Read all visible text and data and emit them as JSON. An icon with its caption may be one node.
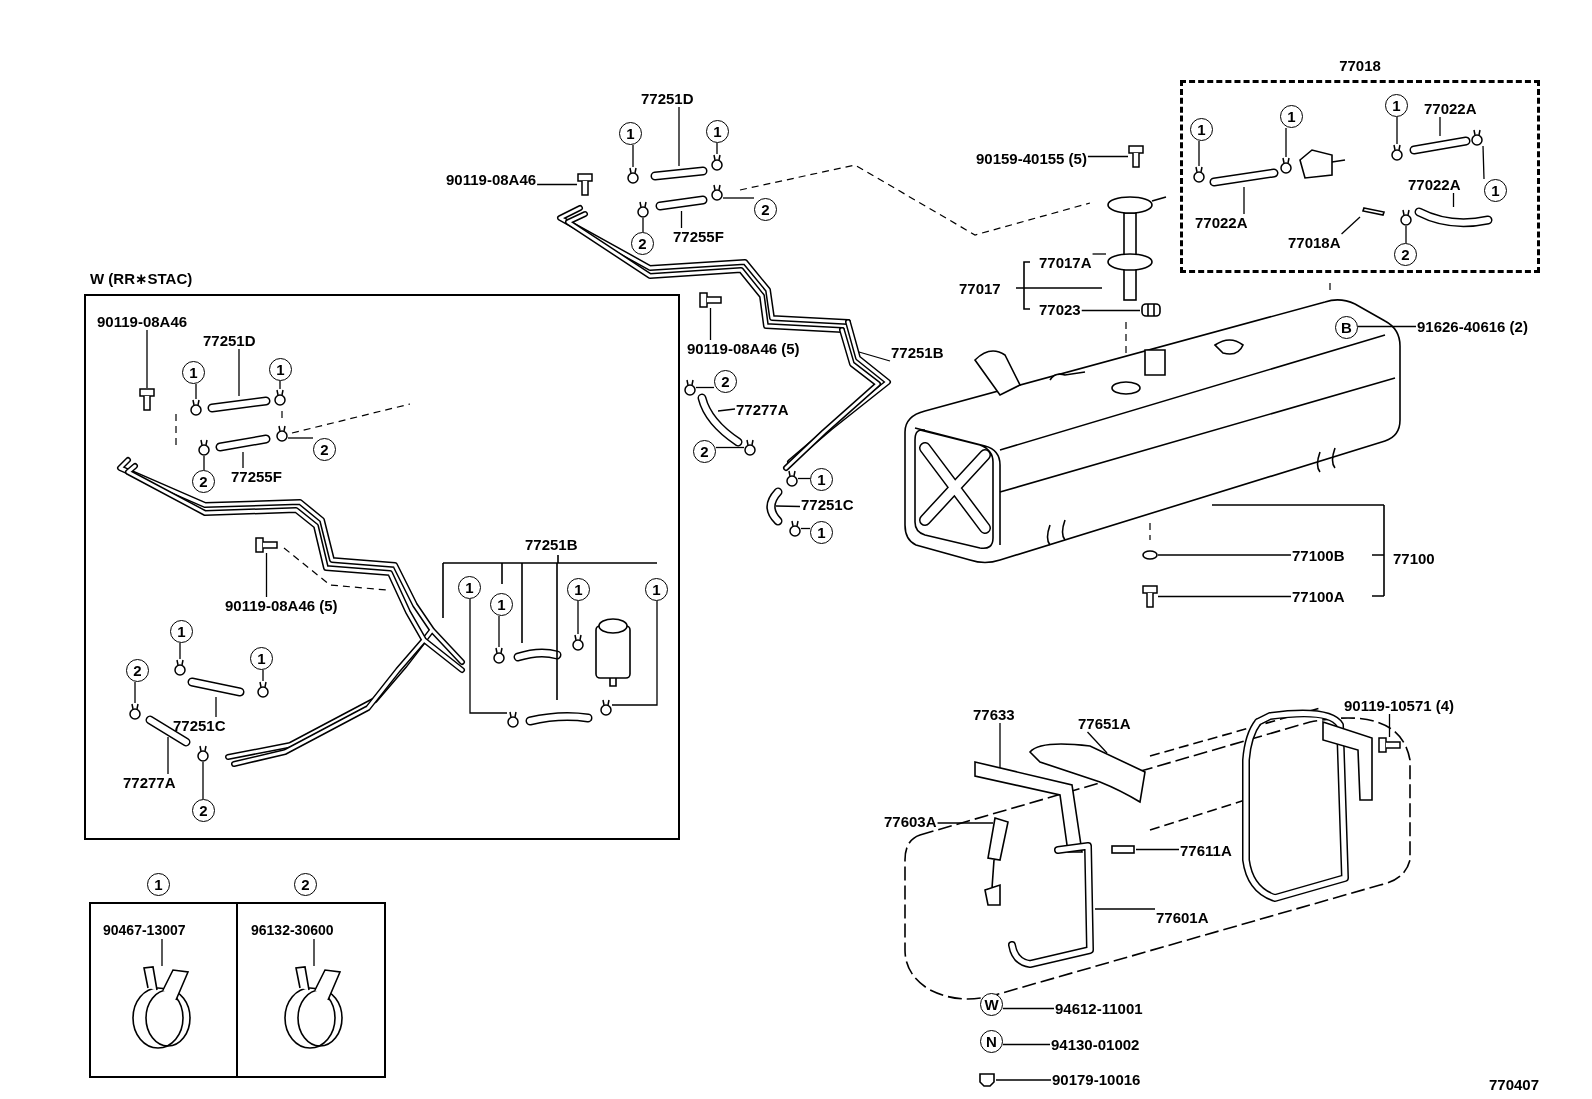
{
  "diagram": {
    "nodes": [
      {
        "text": [
          "77251D"
        ]
      },
      {
        "text": [
          "1"
        ]
      },
      {
        "text": [
          "1"
        ]
      },
      {
        "text": [
          "90119-08A46"
        ]
      },
      {
        "text": [
          "2"
        ]
      },
      {
        "text": [
          "2"
        ]
      },
      {
        "text": [
          "77255F"
        ]
      },
      {
        "text": [
          "W (RR∗STAC)"
        ]
      },
      {
        "text": [
          "90119-08A46"
        ],
        "in": 7
      },
      {
        "text": [
          "77251D"
        ],
        "in": 7
      },
      {
        "text": [
          "1"
        ],
        "in": 7
      },
      {
        "text": [
          "1"
        ],
        "in": 7
      },
      {
        "text": [
          "2"
        ],
        "in": 7
      },
      {
        "text": [
          "2"
        ],
        "in": 7
      },
      {
        "text": [
          "77255F"
        ],
        "in": 7
      },
      {
        "text": [
          "1"
        ],
        "in": 7
      },
      {
        "text": [
          "1"
        ],
        "in": 7
      },
      {
        "text": [
          "1"
        ],
        "in": 7
      },
      {
        "text": [
          "1"
        ],
        "in": 7
      },
      {
        "text": [
          "90119-08A46 (5)"
        ],
        "in": 7
      },
      {
        "text": [
          "1"
        ],
        "in": 7
      },
      {
        "text": [
          "1"
        ],
        "in": 7
      },
      {
        "text": [
          "2"
        ],
        "in": 7
      },
      {
        "text": [
          "77251C"
        ],
        "in": 7
      },
      {
        "text": [
          "77277A"
        ],
        "in": 7
      },
      {
        "text": [
          "2"
        ],
        "in": 7
      },
      {
        "text": [],
        "shape": "box"
      },
      {
        "text": [],
        "shape": "box"
      },
      {
        "text": [
          "90119-08A46 (5)"
        ]
      },
      {
        "text": [
          "77251B"
        ]
      },
      {
        "text": [
          "2"
        ]
      },
      {
        "text": [
          "77277A"
        ]
      },
      {
        "text": [
          "2"
        ]
      },
      {
        "text": [
          "1"
        ]
      },
      {
        "text": [
          "77251C"
        ]
      },
      {
        "text": [
          "1"
        ]
      },
      {
        "text": [
          "77018"
        ]
      },
      {
        "text": [
          "1"
        ],
        "in": 36
      },
      {
        "text": [
          "1"
        ],
        "in": 36
      },
      {
        "text": [
          "1"
        ],
        "in": 36
      },
      {
        "text": [
          "77022A"
        ],
        "in": 36
      },
      {
        "text": [
          "77022A"
        ],
        "in": 36
      },
      {
        "text": [
          "77022A"
        ],
        "in": 36
      },
      {
        "text": [
          "1"
        ],
        "in": 36
      },
      {
        "text": [
          "77018A"
        ],
        "in": 36
      },
      {
        "text": [
          "2"
        ],
        "in": 36
      },
      {
        "text": [
          "90159-40155 (5)"
        ]
      },
      {
        "text": [
          "77017A"
        ]
      },
      {
        "text": [
          "77023"
        ]
      },
      {
        "text": [
          "B"
        ]
      },
      {
        "text": [
          "91626-40616 (2)"
        ]
      },
      {
        "text": [
          "77100B"
        ]
      },
      {
        "text": [
          "77100A"
        ]
      },
      {
        "text": [
          "77633"
        ]
      },
      {
        "text": [
          "77651A"
        ]
      },
      {
        "text": [
          "90119-10571 (4)"
        ]
      },
      {
        "text": [
          "77603A"
        ]
      },
      {
        "text": [
          "77611A"
        ]
      },
      {
        "text": [
          "77601A"
        ]
      },
      {
        "text": [
          "W"
        ]
      },
      {
        "text": [
          "94612-11001"
        ]
      },
      {
        "text": [
          "N"
        ]
      },
      {
        "text": [
          "94130-01002"
        ]
      },
      {
        "text": [
          "90179-10016"
        ]
      },
      {
        "text": [
          "90467-13007"
        ],
        "in": 26
      },
      {
        "text": [
          "96132-30600"
        ],
        "in": 27
      },
      {
        "text": [],
        "shape": "picture"
      },
      {
        "text": [],
        "shape": "circle"
      },
      {
        "text": [],
        "shape": "circle"
      },
      {
        "text": [],
        "shape": "picture"
      },
      {
        "text": [],
        "shape": "circle"
      },
      {
        "text": [],
        "shape": "circle"
      },
      {
        "text": [],
        "shape": "picture"
      },
      {
        "text": [],
        "shape": "picture",
        "in": 7
      },
      {
        "text": [],
        "shape": "picture",
        "in": 7
      },
      {
        "text": [],
        "shape": "circle",
        "in": 7
      },
      {
        "text": [],
        "shape": "circle",
        "in": 7
      },
      {
        "text": [],
        "shape": "circle",
        "in": 7
      },
      {
        "text": [],
        "shape": "circle",
        "in": 7
      },
      {
        "text": [],
        "shape": "picture",
        "in": 7
      },
      {
        "text": [],
        "shape": "circle",
        "in": 7
      },
      {
        "text": [],
        "shape": "circle",
        "in": 7
      },
      {
        "text": [],
        "shape": "circle",
        "in": 7
      },
      {
        "text": [],
        "shape": "circle",
        "in": 7
      },
      {
        "text": [],
        "shape": "picture",
        "in": 7
      },
      {
        "text": [],
        "shape": "circle",
        "in": 7
      },
      {
        "text": [],
        "shape": "circle",
        "in": 7
      },
      {
        "text": [],
        "shape": "circle",
        "in": 7
      },
      {
        "text": [],
        "shape": "picture",
        "in": 7
      },
      {
        "text": [],
        "shape": "picture",
        "in": 7
      },
      {
        "text": [],
        "shape": "circle",
        "in": 7
      },
      {
        "text": [],
        "shape": "picture",
        "in": 26
      },
      {
        "text": [],
        "shape": "picture",
        "in": 27
      },
      {
        "text": [],
        "shape": "picture"
      },
      {
        "text": [],
        "shape": "picture"
      },
      {
        "text": [],
        "shape": "circle"
      },
      {
        "text": [],
        "shape": "picture"
      },
      {
        "text": [],
        "shape": "circle"
      },
      {
        "text": [],
        "shape": "circle"
      },
      {
        "text": [],
        "shape": "picture"
      },
      {
        "text": [],
        "shape": "circle"
      },
      {
        "text": [],
        "shape": "circle",
        "in": 36
      },
      {
        "text": [],
        "shape": "circle",
        "in": 36
      },
      {
        "text": [],
        "shape": "circle",
        "in": 36
      },
      {
        "text": [],
        "shape": "picture",
        "in": 36
      },
      {
        "text": [],
        "shape": "picture",
        "in": 36
      },
      {
        "text": [],
        "shape": "picture",
        "in": 36
      },
      {
        "text": [],
        "shape": "circle",
        "in": 36
      },
      {
        "text": [],
        "shape": "bar",
        "in": 36
      },
      {
        "text": [],
        "shape": "circle",
        "in": 36
      },
      {
        "text": [],
        "shape": "picture"
      },
      {
        "text": [],
        "shape": "picture"
      },
      {
        "text": [],
        "shape": "picture"
      },
      {
        "text": [],
        "shape": "circle"
      },
      {
        "text": [],
        "shape": "picture"
      },
      {
        "text": [],
        "shape": "picture"
      },
      {
        "text": [],
        "shape": "picture"
      },
      {
        "text": [],
        "shape": "picture"
      },
      {
        "text": [],
        "shape": "picture"
      },
      {
        "text": [],
        "shape": "box"
      },
      {
        "text": [],
        "shape": "picture"
      },
      {
        "text": [],
        "shape": "box"
      },
      {
        "text": [
          "1"
        ]
      },
      {
        "text": [
          "2"
        ]
      }
    ],
    "edges": [
      {
        "from": 0,
        "to": 66,
        "arrow": "none"
      },
      {
        "from": 1,
        "to": 67,
        "arrow": "none"
      },
      {
        "from": 2,
        "to": 68,
        "arrow": "none"
      },
      {
        "from": 3,
        "to": 69,
        "arrow": "none"
      },
      {
        "from": 4,
        "to": 70,
        "arrow": "none"
      },
      {
        "from": 5,
        "to": 71,
        "arrow": "none"
      },
      {
        "from": 6,
        "to": 72,
        "arrow": "none"
      },
      {
        "from": 8,
        "to": 73,
        "arrow": "none"
      },
      {
        "from": 9,
        "to": 74,
        "arrow": "none"
      },
      {
        "from": 10,
        "to": 75,
        "arrow": "none"
      },
      {
        "from": 11,
        "to": 76,
        "arrow": "none"
      },
      {
        "from": 12,
        "to": 77,
        "arrow": "none"
      },
      {
        "from": 13,
        "to": 78,
        "arrow": "none"
      },
      {
        "from": 14,
        "to": 79,
        "arrow": "none"
      },
      {
        "from": 15,
        "to": 80,
        "arrow": "none"
      },
      {
        "from": 16,
        "to": 81,
        "arrow": "none"
      },
      {
        "from": 17,
        "to": 82,
        "arrow": "none"
      },
      {
        "from": 18,
        "to": 83,
        "arrow": "none"
      },
      {
        "from": 19,
        "to": 84,
        "arrow": "none"
      },
      {
        "from": 20,
        "to": 85,
        "arrow": "none"
      },
      {
        "from": 21,
        "to": 86,
        "arrow": "none"
      },
      {
        "from": 22,
        "to": 87,
        "arrow": "none"
      },
      {
        "from": 23,
        "to": 88,
        "arrow": "none"
      },
      {
        "from": 24,
        "to": 89,
        "arrow": "none"
      },
      {
        "from": 25,
        "to": 90,
        "arrow": "none"
      },
      {
        "from": 64,
        "to": 91,
        "arrow": "none"
      },
      {
        "from": 65,
        "to": 92,
        "arrow": "none"
      },
      {
        "from": 28,
        "to": 93,
        "arrow": "none"
      },
      {
        "from": 29,
        "to": 94,
        "arrow": "none"
      },
      {
        "from": 30,
        "to": 95,
        "arrow": "none"
      },
      {
        "from": 31,
        "to": 96,
        "arrow": "none"
      },
      {
        "from": 32,
        "to": 97,
        "arrow": "none"
      },
      {
        "from": 33,
        "to": 98,
        "arrow": "none"
      },
      {
        "from": 34,
        "to": 99,
        "arrow": "none"
      },
      {
        "from": 35,
        "to": 100,
        "arrow": "none"
      },
      {
        "from": 37,
        "to": 101,
        "arrow": "none"
      },
      {
        "from": 38,
        "to": 102,
        "arrow": "none"
      },
      {
        "from": 39,
        "to": 103,
        "arrow": "none"
      },
      {
        "from": 40,
        "to": 104,
        "arrow": "none"
      },
      {
        "from": 41,
        "to": 105,
        "arrow": "none"
      },
      {
        "from": 42,
        "to": 106,
        "arrow": "none"
      },
      {
        "from": 43,
        "to": 107,
        "arrow": "none"
      },
      {
        "from": 44,
        "to": 108,
        "arrow": "none"
      },
      {
        "from": 45,
        "to": 109,
        "arrow": "none"
      },
      {
        "from": 46,
        "to": 110,
        "arrow": "none"
      },
      {
        "from": 47,
        "to": 111,
        "arrow": "none"
      },
      {
        "from": 48,
        "to": 112,
        "arrow": "none"
      },
      {
        "from": 49,
        "to": 50,
        "arrow": "none"
      },
      {
        "from": 51,
        "to": 113,
        "arrow": "none"
      },
      {
        "from": 52,
        "to": 114,
        "arrow": "none"
      },
      {
        "from": 53,
        "to": 115,
        "arrow": "none"
      },
      {
        "from": 54,
        "to": 116,
        "arrow": "none"
      },
      {
        "from": 55,
        "to": 117,
        "arrow": "none"
      },
      {
        "from": 56,
        "to": 118,
        "arrow": "none"
      },
      {
        "from": 57,
        "to": 119,
        "arrow": "none"
      },
      {
        "from": 58,
        "to": 120,
        "arrow": "none"
      },
      {
        "from": 59,
        "to": 60,
        "arrow": "none"
      },
      {
        "from": 61,
        "to": 62,
        "arrow": "none"
      },
      {
        "from": 63,
        "to": 121,
        "arrow": "none"
      }
    ],
    "labels": [
      "77017",
      "77251B",
      "77100",
      "770407"
    ]
  }
}
